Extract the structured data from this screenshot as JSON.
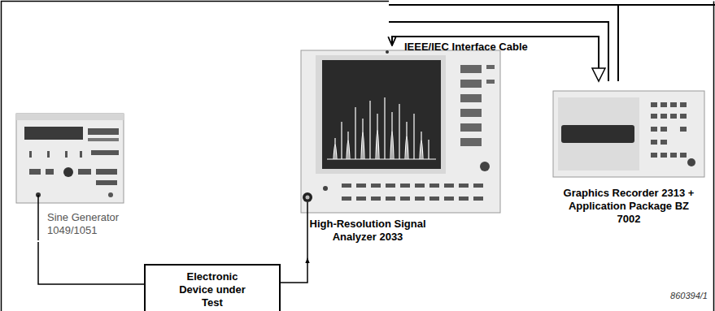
{
  "diagram": {
    "nodes": [
      {
        "text": [
          "Sine Generator 1049/1051"
        ]
      },
      {
        "text": [
          "High-Resolution Signal Analyzer 2033"
        ]
      },
      {
        "text": [
          "Graphics Recorder 2313 + Application Package BZ 7002"
        ]
      },
      {
        "text": [
          "Electronic Device under Test"
        ]
      }
    ],
    "edges": [
      {
        "from": 0,
        "to": 3,
        "arrow": "none"
      },
      {
        "from": 3,
        "to": 1,
        "arrow": "to"
      },
      {
        "from": 1,
        "to": 2,
        "label": "IEEE/IEC Interface Cable",
        "arrow": "both"
      }
    ],
    "labels": [
      "860394/1"
    ]
  }
}
